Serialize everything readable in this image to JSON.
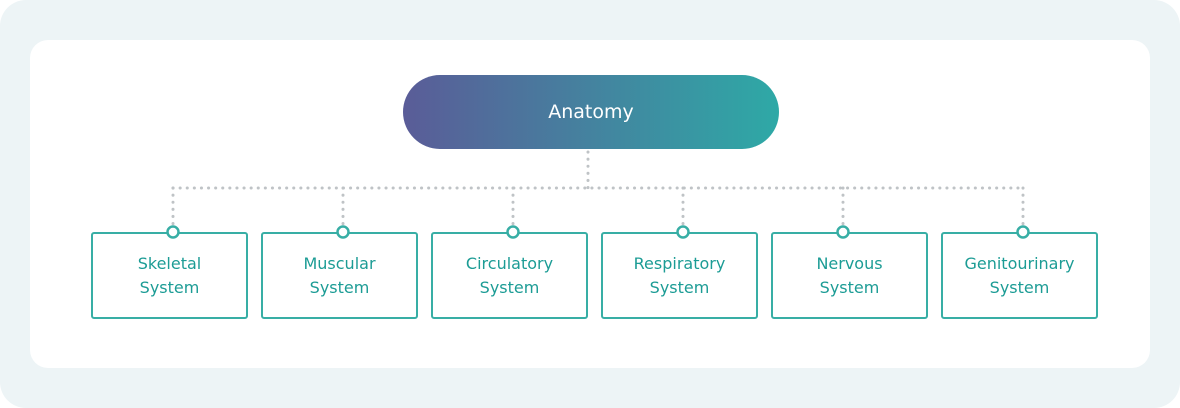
{
  "diagram": {
    "root": {
      "label": "Anatomy"
    },
    "children": [
      {
        "label": "Skeletal\nSystem"
      },
      {
        "label": "Muscular\nSystem"
      },
      {
        "label": "Circulatory\nSystem"
      },
      {
        "label": "Respiratory\nSystem"
      },
      {
        "label": "Nervous\nSystem"
      },
      {
        "label": "Genitourinary\nSystem"
      }
    ]
  },
  "colors": {
    "background": "#edf4f6",
    "card": "#ffffff",
    "root_gradient_start": "#5a5c98",
    "root_gradient_end": "#2ea9a6",
    "accent": "#38aea5",
    "child_text": "#1c9c95",
    "connector": "#bfc3c6"
  }
}
